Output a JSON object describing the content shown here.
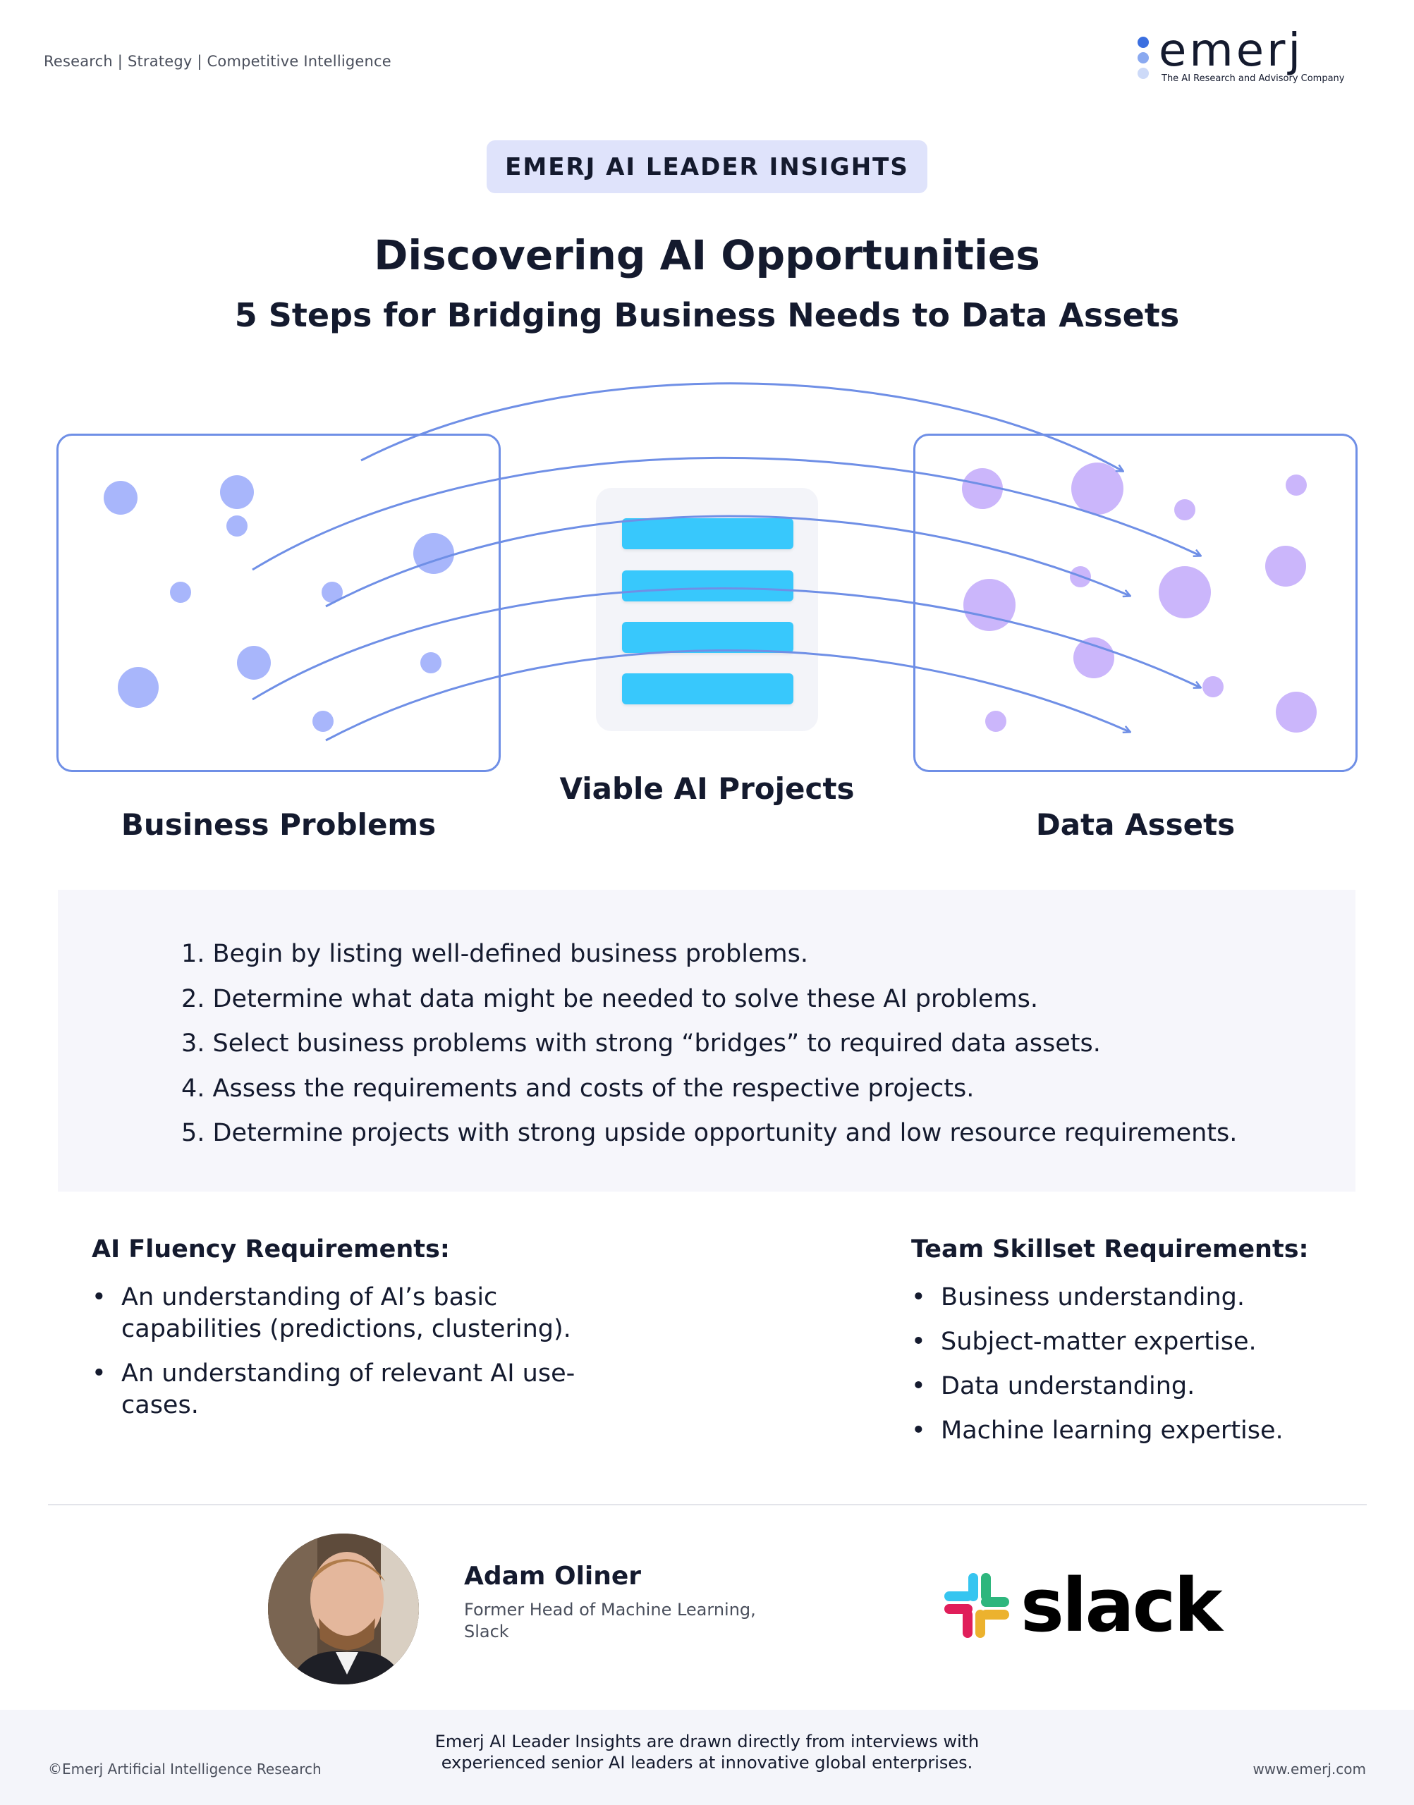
{
  "header": {
    "tagline": "Research | Strategy | Competitive Intelligence",
    "logo_word": "emerj",
    "logo_subtitle": "The AI Research and Advisory Company"
  },
  "badge": "EMERJ AI LEADER INSIGHTS",
  "title": "Discovering AI Opportunities",
  "subtitle": "5 Steps for Bridging Business Needs to Data Assets",
  "diagram": {
    "left_label": "Business Problems",
    "center_label": "Viable AI Projects",
    "right_label": "Data Assets",
    "colors": {
      "box_border": "#6f8fe6",
      "left_dots": "#a8b6fb",
      "right_dots": "#cbb6fb",
      "bars": "#38c8fc",
      "arrows": "#6f8fe6"
    }
  },
  "steps": [
    "1. Begin by listing well-defined business problems.",
    "2. Determine what data might be needed to solve these AI problems.",
    "3. Select business problems with strong “bridges” to required data assets.",
    "4. Assess the requirements and costs of the respective projects.",
    "5. Determine projects with strong upside opportunity and low resource requirements."
  ],
  "ai_fluency": {
    "heading": "AI Fluency Requirements:",
    "items": [
      "An understanding of AI’s basic capabilities (predictions, clustering).",
      "An understanding of relevant AI use-cases."
    ]
  },
  "team_skillset": {
    "heading": "Team Skillset Requirements:",
    "items": [
      "Business understanding.",
      "Subject-matter expertise.",
      "Data understanding.",
      "Machine learning expertise."
    ]
  },
  "person": {
    "name": "Adam Oliner",
    "role": "Former Head of Machine Learning, Slack"
  },
  "company_logo_word": "slack",
  "footer": {
    "copyright": "©Emerj Artificial Intelligence Research",
    "statement": "Emerj AI Leader Insights are drawn directly from interviews with experienced senior AI leaders at innovative global enterprises.",
    "url": "www.emerj.com"
  }
}
